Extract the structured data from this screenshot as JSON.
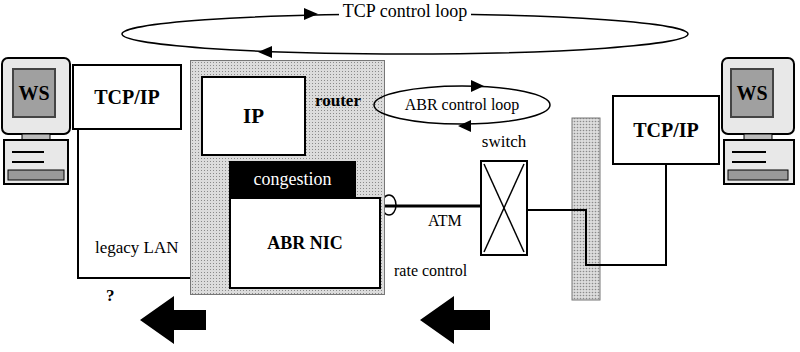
{
  "diagram": {
    "nodes": [
      {
        "text": [
          "TCP control loop"
        ]
      },
      {
        "text": [
          "WS"
        ]
      },
      {
        "text": [
          "TCP/IP"
        ]
      },
      {
        "text": [
          "router"
        ]
      },
      {
        "text": [
          "IP"
        ],
        "in": 3
      },
      {
        "text": [
          "congestion"
        ],
        "in": 3
      },
      {
        "text": [
          "ABR NIC"
        ],
        "in": 3
      },
      {
        "text": [
          "ABR control loop"
        ]
      },
      {
        "text": [
          "switch"
        ]
      },
      {
        "text": [
          "TCP/IP"
        ]
      },
      {
        "text": [
          "WS"
        ]
      }
    ],
    "edges": [
      {
        "from": 2,
        "to": 5,
        "arrow": "none",
        "label": "legacy LAN"
      },
      {
        "from": 6,
        "to": 8,
        "arrow": "none",
        "label": "ATM"
      },
      {
        "from": 8,
        "to": 9,
        "arrow": "none"
      }
    ],
    "labels": [
      "rate control",
      "?"
    ]
  }
}
